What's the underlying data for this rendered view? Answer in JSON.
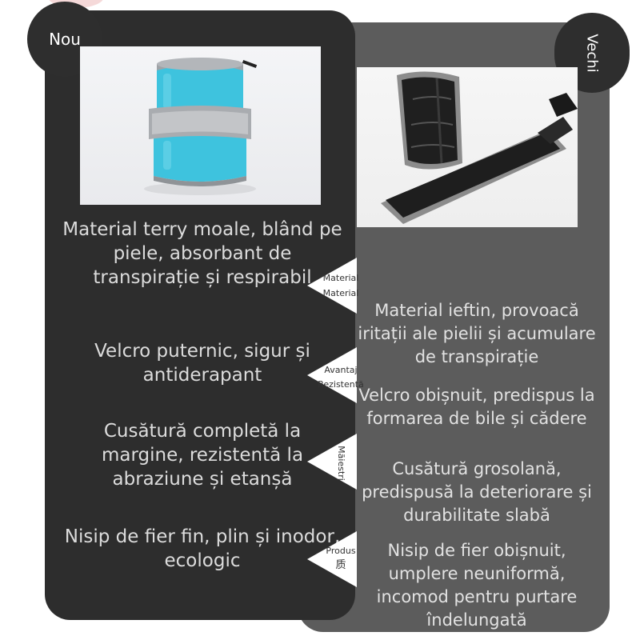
{
  "badges": {
    "new": "Nou",
    "old": "Vechi"
  },
  "new_features": [
    "Material terry moale, blând pe piele, absorbant de transpirație și respirabil",
    "Velcro puternic, sigur și antiderapant",
    "Cusătură completă la margine, rezistentă la abraziune și etanșă",
    "Nisip de fier fin, plin și inodor, ecologic"
  ],
  "old_features": [
    "Material ieftin, provoacă iritații ale pielii și acumulare de transpirație",
    "Velcro obișnuit, predispus la formarea de bile și cădere",
    "Cusătură grosolană, predispusă la deteriorare și durabilitate slabă",
    "Nisip de fier obișnuit, umplere neuniformă, incomod pentru purtare îndelungată"
  ],
  "markers": [
    {
      "line1": "Material",
      "line2": "Material"
    },
    {
      "line1": "Avantaj",
      "line2": "Rezistentă"
    },
    {
      "line1": "Măiestri",
      "line2": ""
    },
    {
      "line1": "Produs",
      "line2": "质"
    }
  ],
  "colors": {
    "new_panel": "#2d2d2d",
    "old_panel": "#5c5c5c",
    "new_product": "#3ec3de",
    "strap_gray": "#9a9a9a",
    "old_product": "#1e1e1e"
  },
  "icons": {
    "new_product": "blue-ankle-weight-image",
    "old_product": "black-ankle-weight-image"
  }
}
